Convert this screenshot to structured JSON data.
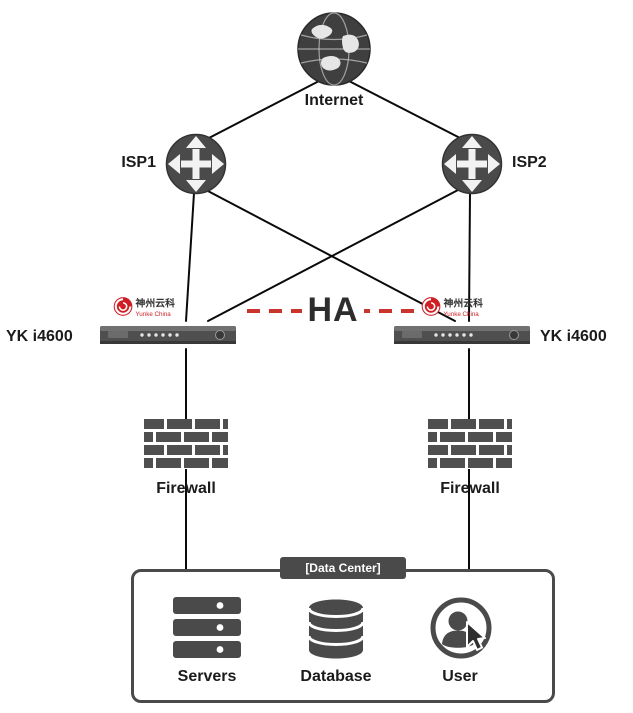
{
  "diagram": {
    "internet": {
      "label": "Internet"
    },
    "isp1": {
      "label": "ISP1"
    },
    "isp2": {
      "label": "ISP2"
    },
    "device_left": {
      "label": "YK i4600",
      "logo": {
        "name": "神州云科",
        "subname": "Yunke China"
      }
    },
    "device_right": {
      "label": "YK i4600",
      "logo": {
        "name": "神州云科",
        "subname": "Yunke China"
      }
    },
    "ha": {
      "label": "HA"
    },
    "firewall_left": {
      "label": "Firewall"
    },
    "firewall_right": {
      "label": "Firewall"
    },
    "datacenter": {
      "label": "[Data Center]",
      "servers": {
        "label": "Servers"
      },
      "database": {
        "label": "Database"
      },
      "user": {
        "label": "User"
      }
    },
    "colors": {
      "node_gray": "#4a4a4a",
      "line_black": "#0a0a0a",
      "ha_red": "#c9342c",
      "logo_red": "#cf1f25"
    }
  }
}
